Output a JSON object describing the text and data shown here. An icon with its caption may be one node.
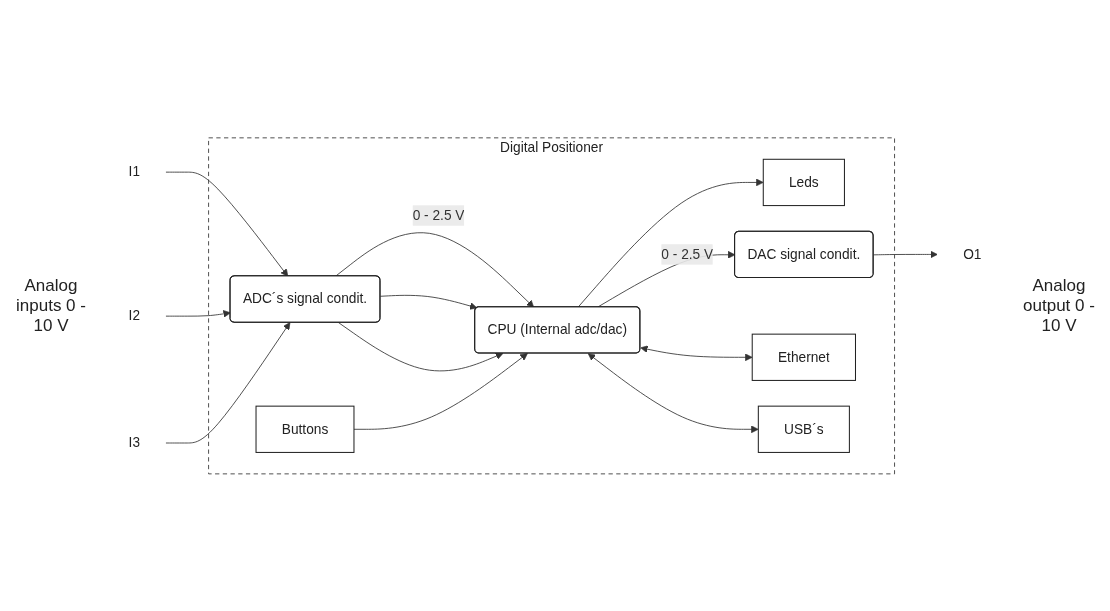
{
  "diagram": {
    "nodes": [
      {
        "text": [
          "Digital Positioner"
        ]
      },
      {
        "text": [
          "Buttons"
        ],
        "in": 0
      },
      {
        "text": [
          "Leds"
        ],
        "in": 0
      },
      {
        "text": [
          "I1"
        ]
      },
      {
        "text": [
          "I2"
        ]
      },
      {
        "text": [
          "I3"
        ]
      },
      {
        "text": [
          "ADC´s signal condit."
        ],
        "in": 0
      },
      {
        "text": [
          "CPU (Internal adc/dac)"
        ],
        "in": 0
      },
      {
        "text": [
          "DAC signal condit."
        ],
        "in": 0
      },
      {
        "text": [
          "O1"
        ]
      },
      {
        "text": [
          "Ethernet"
        ],
        "in": 0
      },
      {
        "text": [
          "USB´s"
        ],
        "in": 0
      }
    ],
    "edges": [
      {
        "from": 3,
        "to": 6,
        "arrow": "to"
      },
      {
        "from": 4,
        "to": 6,
        "arrow": "to"
      },
      {
        "from": 5,
        "to": 6,
        "arrow": "to"
      },
      {
        "from": 6,
        "to": 7,
        "arrow": "to",
        "label": "0 - 2.5 V"
      },
      {
        "from": 6,
        "to": 7,
        "arrow": "to"
      },
      {
        "from": 6,
        "to": 7,
        "arrow": "to"
      },
      {
        "from": 1,
        "to": 7,
        "arrow": "to"
      },
      {
        "from": 7,
        "to": 2,
        "arrow": "to"
      },
      {
        "from": 7,
        "to": 8,
        "arrow": "to",
        "label": "0 - 2.5 V"
      },
      {
        "from": 8,
        "to": 9,
        "arrow": "to"
      },
      {
        "from": 7,
        "to": 10,
        "arrow": "both"
      },
      {
        "from": 7,
        "to": 11,
        "arrow": "both"
      }
    ],
    "labels": [
      "Analog inputs 0 - 10 V",
      "Analog output 0 - 10 V"
    ]
  }
}
